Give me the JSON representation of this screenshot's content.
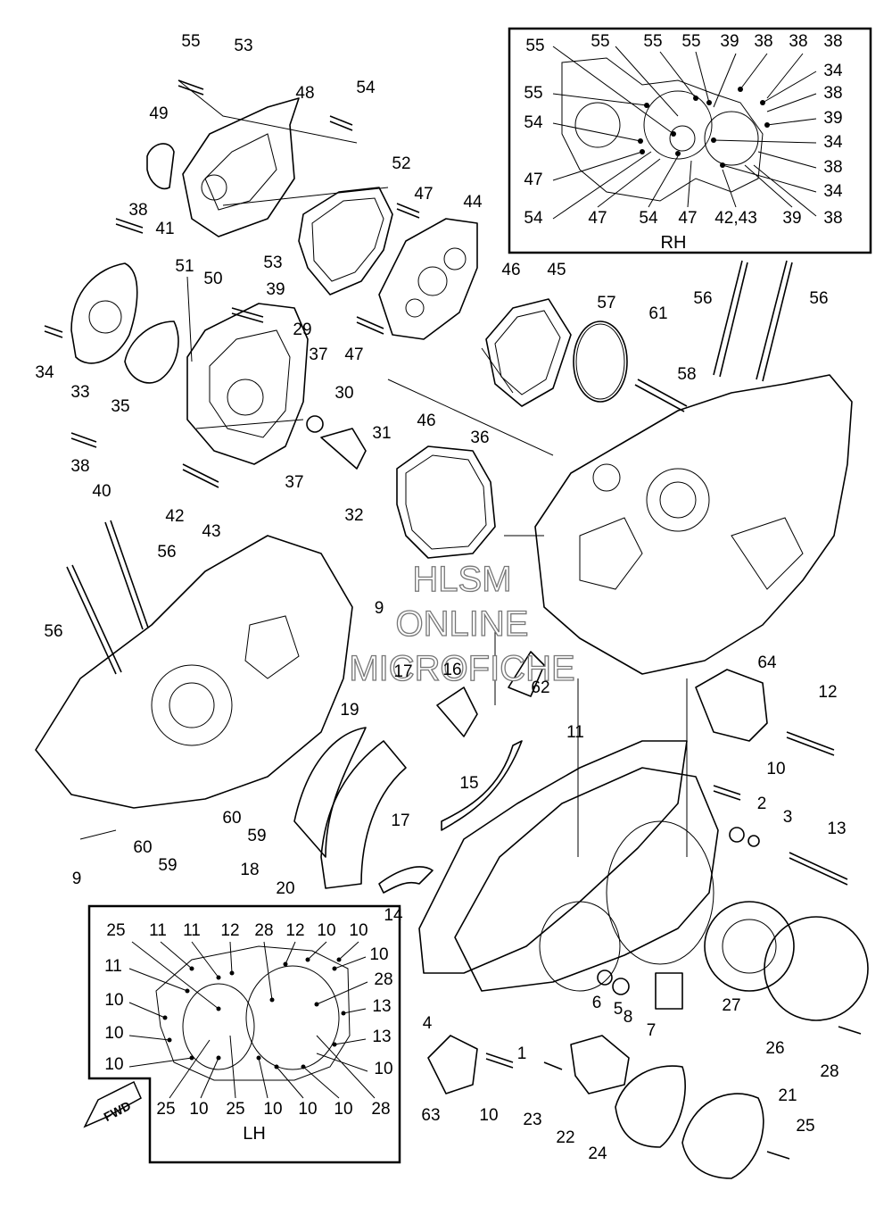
{
  "diagram": {
    "watermark": [
      "HLSM",
      "ONLINE",
      "MICROFICHE"
    ],
    "rh_inset": {
      "label": "RH",
      "callouts": [
        "55",
        "55",
        "55",
        "55",
        "39",
        "38",
        "38",
        "38",
        "55",
        "34",
        "38",
        "54",
        "39",
        "34",
        "38",
        "47",
        "34",
        "54",
        "47",
        "54",
        "47",
        "42,43",
        "39",
        "38"
      ]
    },
    "lh_inset": {
      "label": "LH",
      "fwd": "FWD",
      "callouts": [
        "25",
        "11",
        "11",
        "12",
        "28",
        "12",
        "10",
        "10",
        "11",
        "10",
        "28",
        "10",
        "13",
        "10",
        "13",
        "10",
        "10",
        "25",
        "10",
        "25",
        "10",
        "10",
        "10",
        "28"
      ]
    },
    "callouts": [
      "55",
      "53",
      "54",
      "48",
      "49",
      "52",
      "47",
      "44",
      "38",
      "41",
      "51",
      "50",
      "53",
      "46",
      "45",
      "34",
      "33",
      "35",
      "39",
      "29",
      "47",
      "37",
      "30",
      "57",
      "61",
      "56",
      "56",
      "58",
      "46",
      "36",
      "38",
      "40",
      "31",
      "37",
      "42",
      "43",
      "32",
      "56",
      "56",
      "9",
      "17",
      "16",
      "62",
      "11",
      "64",
      "12",
      "19",
      "15",
      "10",
      "2",
      "3",
      "13",
      "60",
      "59",
      "60",
      "59",
      "9",
      "18",
      "20",
      "17",
      "14",
      "6",
      "5",
      "8",
      "7",
      "27",
      "26",
      "28",
      "4",
      "1",
      "63",
      "10",
      "23",
      "22",
      "24",
      "21",
      "25"
    ]
  }
}
